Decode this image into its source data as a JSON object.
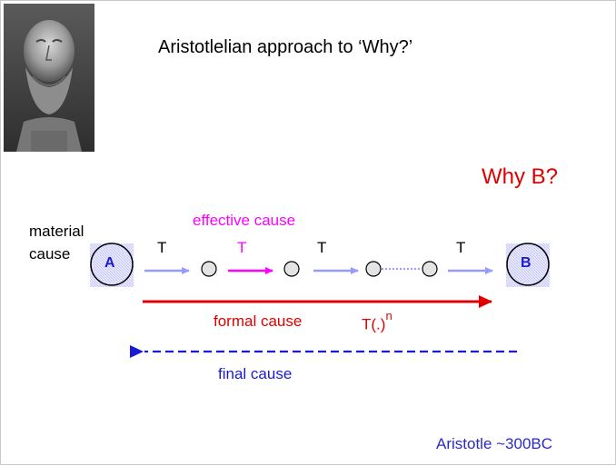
{
  "slide": {
    "title": "Aristotlelian approach to ‘Why?’",
    "question": "Why B?",
    "credit": "Aristotle ~300BC"
  },
  "portrait": {
    "icon": "aristotle-bust-icon"
  },
  "causes": {
    "material": [
      "material",
      "cause"
    ],
    "effective": "effective cause",
    "formal": "formal cause",
    "formal_function": "T(.)",
    "formal_exponent": "n",
    "final": "final cause"
  },
  "nodes": {
    "start": "A",
    "end": "B"
  },
  "transitions": [
    "T",
    "T",
    "T",
    "T"
  ],
  "colors": {
    "question": "#e00000",
    "effective": "#ff00ff",
    "formal": "#e00000",
    "final": "#1a1ad4",
    "step_arrow": "#9999ff",
    "credit": "#2b2bc4"
  }
}
